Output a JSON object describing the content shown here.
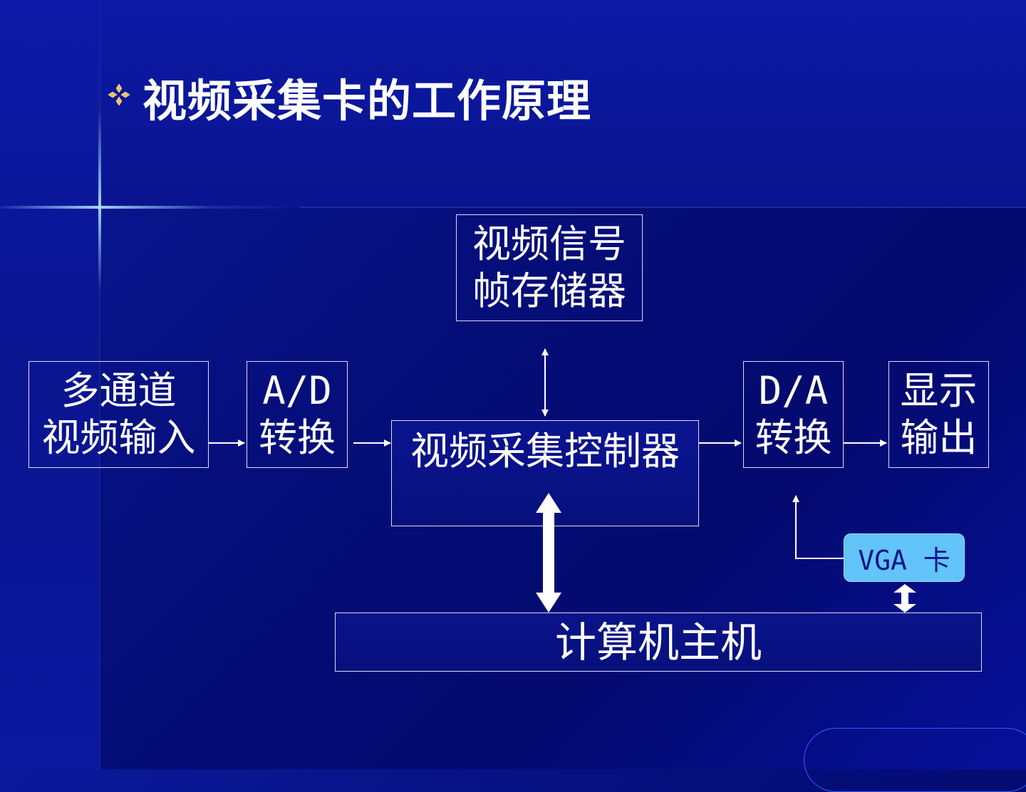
{
  "title": "视频采集卡的工作原理",
  "colors": {
    "background": "#050e7a",
    "accent_bullet": "#f5c05a",
    "vga_fill": "#62c4f8",
    "text": "#ffffff"
  },
  "icons": {
    "bullet": "diamond-bullet-icon"
  },
  "diagram": {
    "frame_memory": {
      "line1": "视频信号",
      "line2": "帧存储器"
    },
    "multi_input": {
      "line1": "多通道",
      "line2": "视频输入"
    },
    "ad": {
      "line1": "A/D",
      "line2": "转换"
    },
    "controller": {
      "line1": "视频采集控制器"
    },
    "da": {
      "line1": "D/A",
      "line2": "转换"
    },
    "display": {
      "line1": "显示",
      "line2": "输出"
    },
    "vga": {
      "label": "VGA 卡"
    },
    "host": {
      "label": "计算机主机"
    }
  }
}
